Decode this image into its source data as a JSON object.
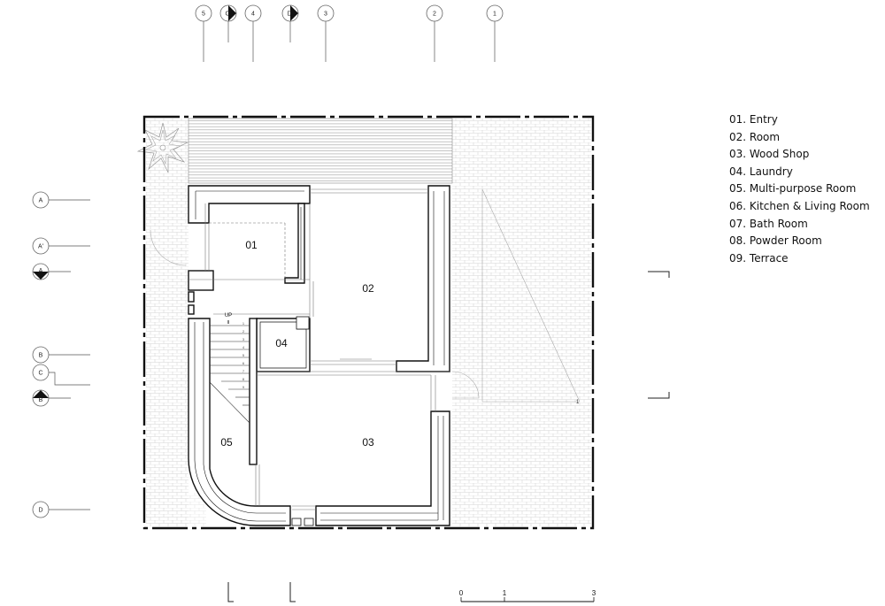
{
  "grid_top": [
    "5",
    "C",
    "4",
    "D",
    "3",
    "2",
    "1"
  ],
  "grid_left": [
    "A",
    "A'",
    "A",
    "B",
    "C",
    "B",
    "D"
  ],
  "rooms": [
    "01",
    "02",
    "03",
    "04",
    "05"
  ],
  "stair_label": "UP",
  "side_marker": "1",
  "legend": [
    "01. Entry",
    "02. Room",
    "03. Wood Shop",
    "04. Laundry",
    "05. Multi-purpose Room",
    "06. Kitchen & Living Room",
    "07. Bath Room",
    "08. Powder Room",
    "09. Terrace"
  ],
  "scale": [
    "0",
    "1",
    "3"
  ],
  "icons": [
    "tree-icon",
    "section-marker-icon",
    "grid-bubble-icon"
  ]
}
